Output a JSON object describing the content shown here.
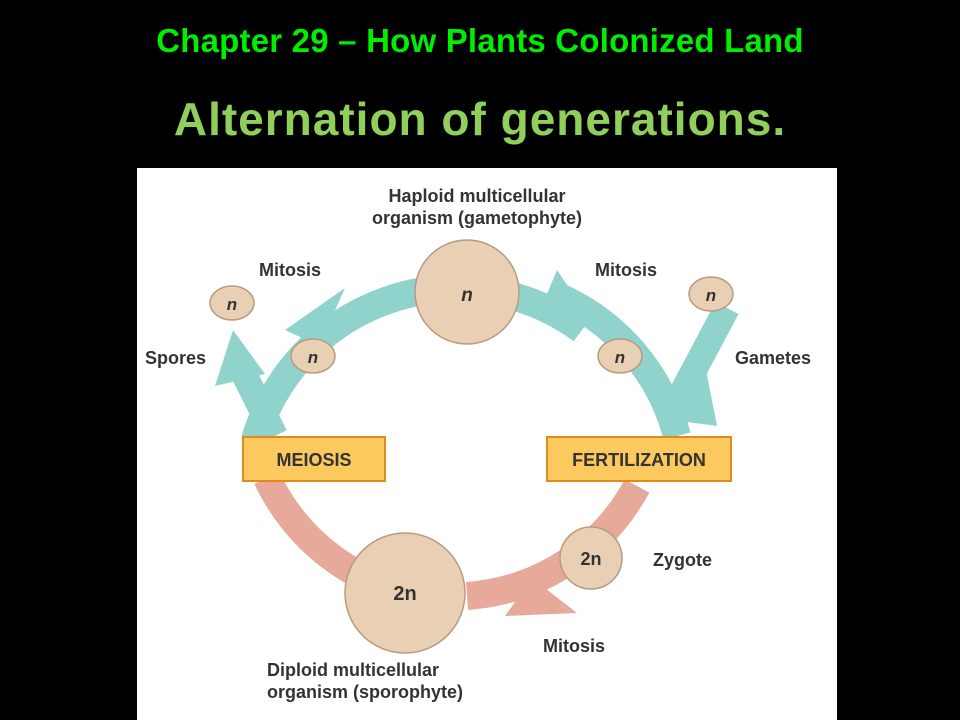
{
  "slide": {
    "chapter_title": "Chapter 29 – How Plants Colonized Land",
    "title": "Alternation of generations."
  },
  "diagram": {
    "gametophyte": {
      "label_line1": "Haploid multicellular",
      "label_line2": "organism (gametophyte)",
      "ploidy": "n"
    },
    "sporophyte": {
      "label_line1": "Diploid multicellular",
      "label_line2": "organism (sporophyte)",
      "ploidy": "2n"
    },
    "mitosis_left": "Mitosis",
    "mitosis_right": "Mitosis",
    "mitosis_bottom": "Mitosis",
    "spores": "Spores",
    "gametes": "Gametes",
    "zygote": "Zygote",
    "meiosis": "MEIOSIS",
    "fertilization": "FERTILIZATION",
    "haploid_cell": "n",
    "zygote_cell": "2n",
    "colors": {
      "haploid_arrow": "#8fd3cc",
      "diploid_arrow": "#e6a99a",
      "cell_fill": "#e9cfb4",
      "cell_stroke": "#b89a80",
      "box_fill": "#fbc95e",
      "box_stroke": "#e08a1a"
    }
  }
}
